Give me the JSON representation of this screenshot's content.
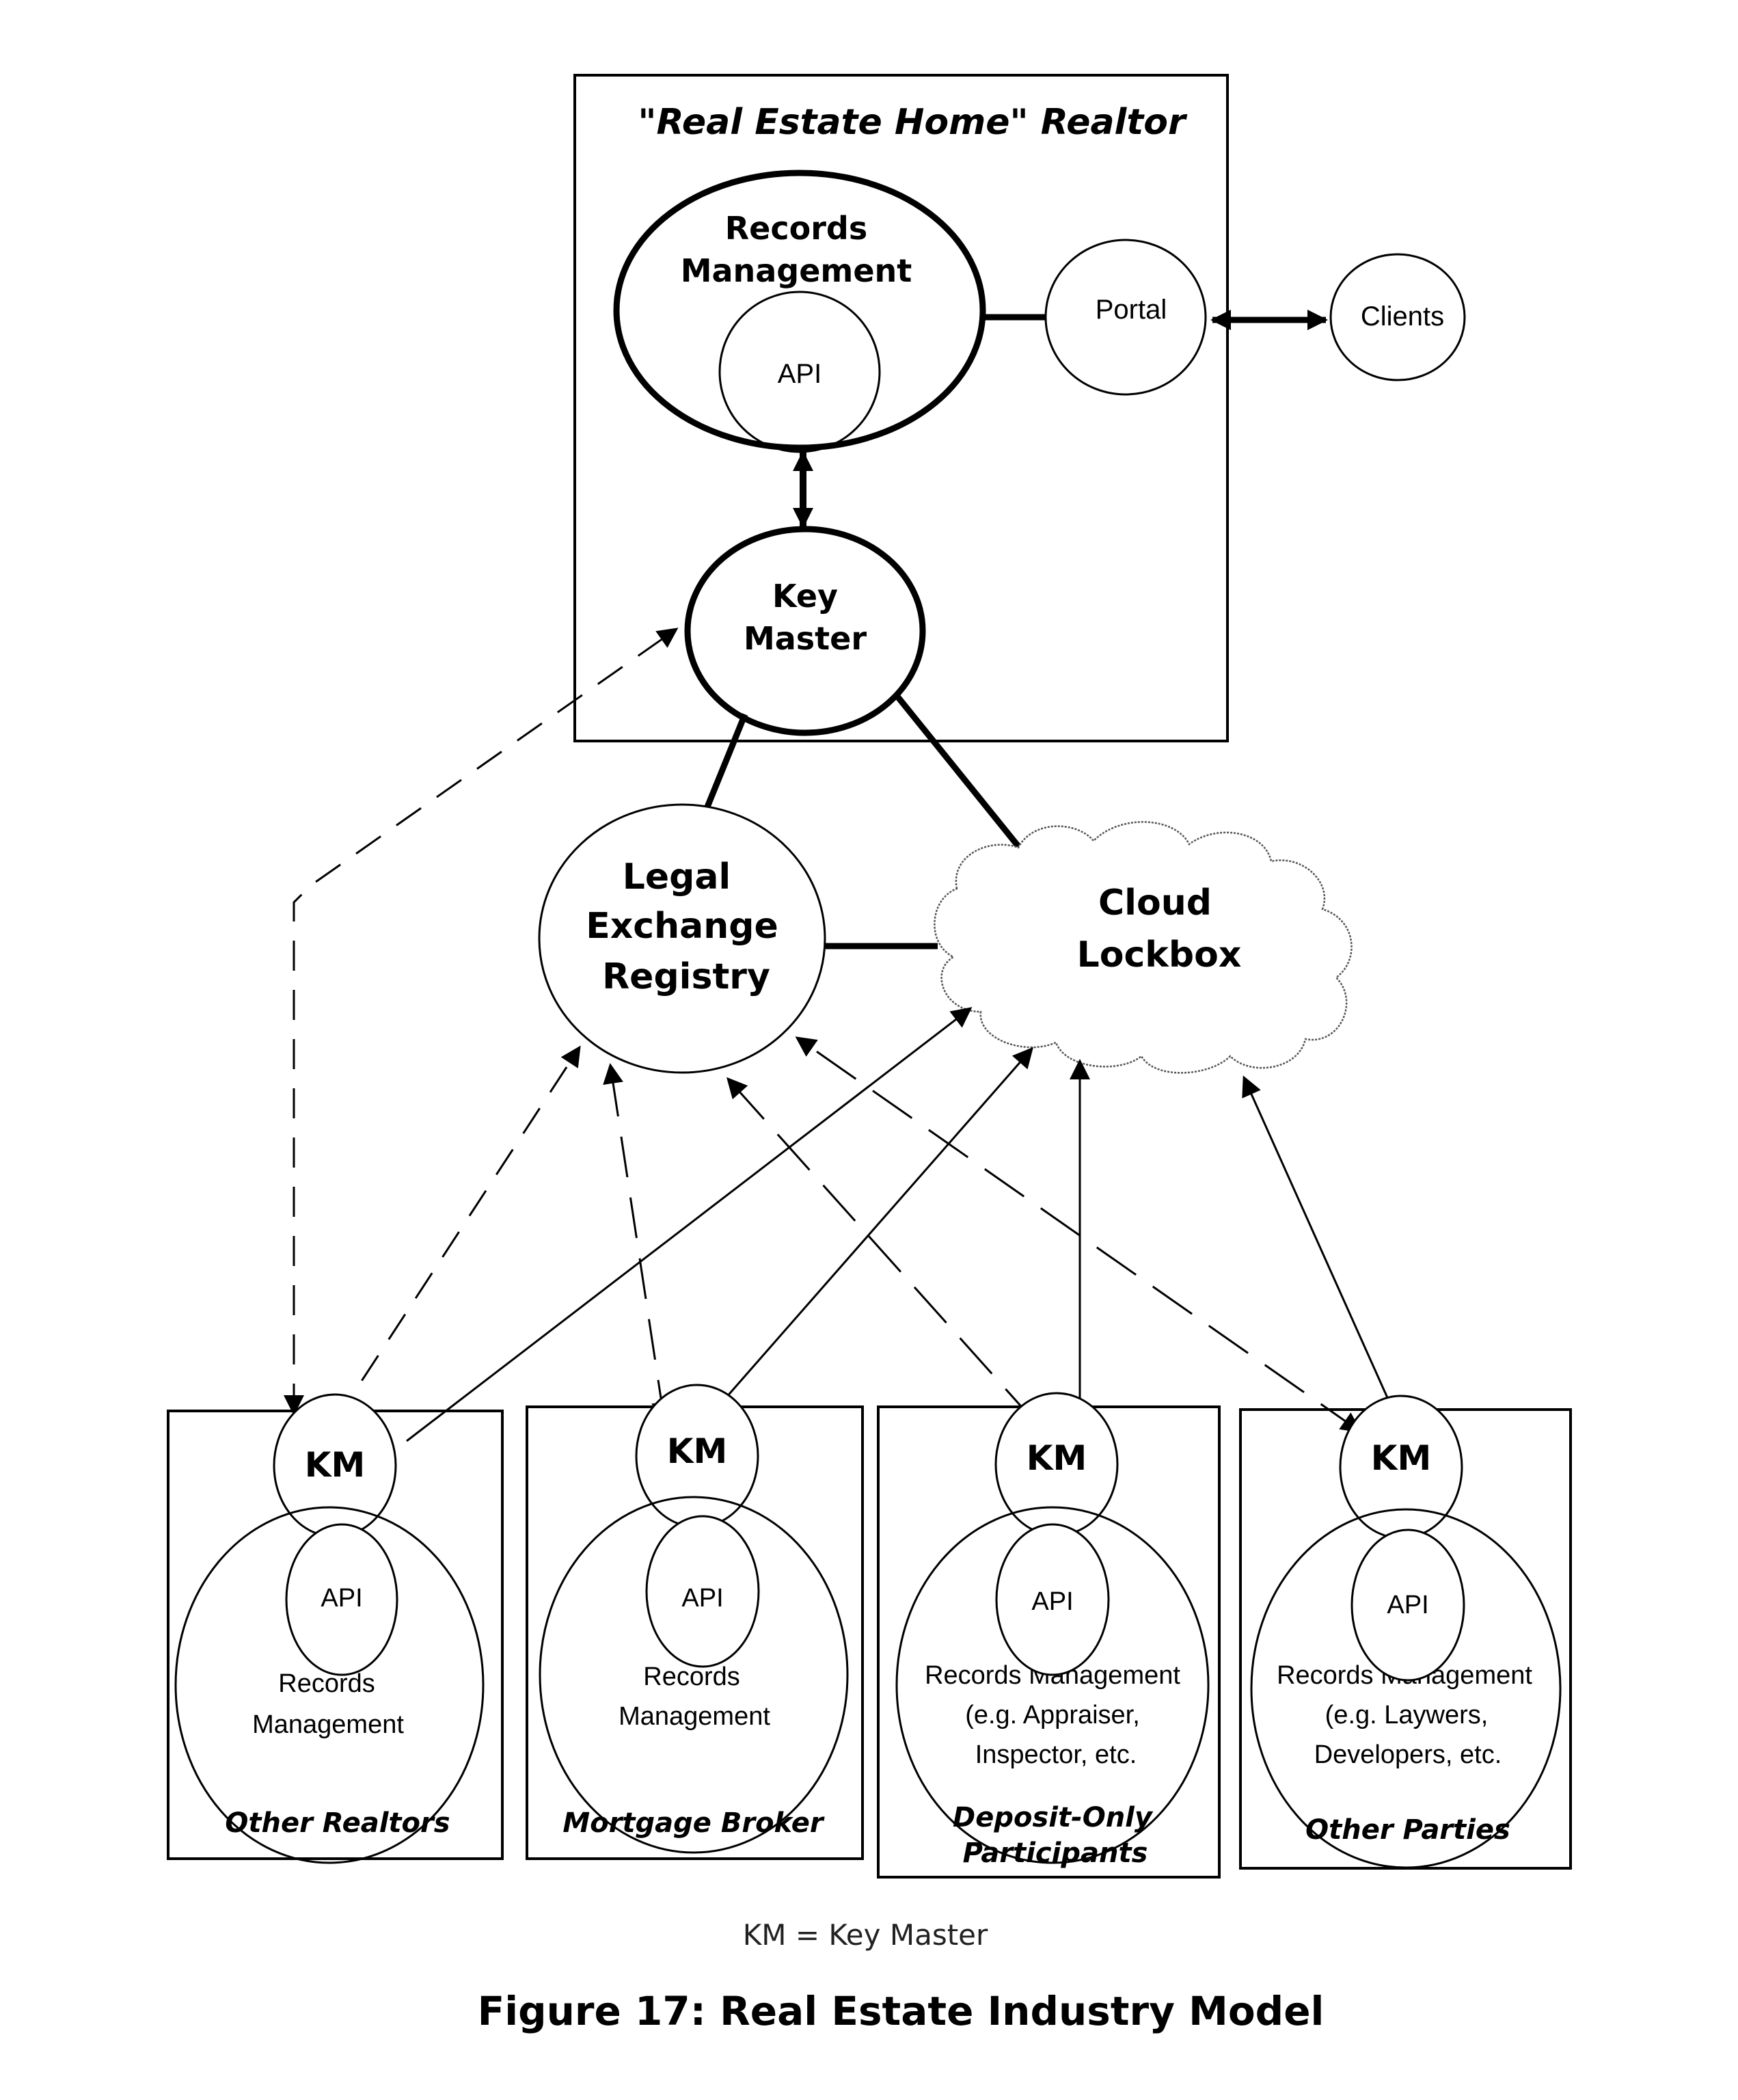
{
  "home_realtor": {
    "title": "\"Real Estate Home\" Realtor",
    "records_management": [
      "Records",
      "Management"
    ],
    "api": "API",
    "portal": "Portal",
    "key_master": [
      "Key",
      "Master"
    ]
  },
  "clients": "Clients",
  "legal_exchange_registry": [
    "Legal",
    "Exchange",
    "Registry"
  ],
  "cloud_lockbox": [
    "Cloud",
    "Lockbox"
  ],
  "participants": [
    {
      "name": "Other Realtors",
      "name_lines": [
        "Other Realtors"
      ],
      "km": "KM",
      "api": "API",
      "records_lines": [
        "Records",
        "Management"
      ]
    },
    {
      "name": "Mortgage Broker",
      "name_lines": [
        "Mortgage Broker"
      ],
      "km": "KM",
      "api": "API",
      "records_lines": [
        "Records",
        "Management"
      ]
    },
    {
      "name": "Deposit-Only Participants",
      "name_lines": [
        "Deposit-Only",
        "Participants"
      ],
      "km": "KM",
      "api": "API",
      "records_lines": [
        "Records Management",
        "(e.g. Appraiser,",
        "Inspector, etc."
      ]
    },
    {
      "name": "Other Parties",
      "name_lines": [
        "Other Parties"
      ],
      "km": "KM",
      "api": "API",
      "records_lines": [
        "Records Management",
        "(e.g. Laywers,",
        "Developers, etc."
      ]
    }
  ],
  "connections": [
    {
      "from": "Records Management API",
      "to": "Key Master",
      "style": "solid-thick",
      "arrows": "both"
    },
    {
      "from": "Records Management",
      "to": "Portal",
      "style": "solid-thick",
      "arrows": "none"
    },
    {
      "from": "Portal",
      "to": "Clients",
      "style": "solid-thick",
      "arrows": "both"
    },
    {
      "from": "Key Master",
      "to": "Legal Exchange Registry",
      "style": "solid-thick",
      "arrows": "none"
    },
    {
      "from": "Key Master",
      "to": "Cloud Lockbox",
      "style": "solid-thick",
      "arrows": "none"
    },
    {
      "from": "Legal Exchange Registry",
      "to": "Cloud Lockbox",
      "style": "solid-thick",
      "arrows": "none"
    },
    {
      "from": "Other Realtors KM",
      "to": "Key Master",
      "style": "dashed",
      "arrows": "both"
    },
    {
      "from": "Other Realtors KM",
      "to": "Legal Exchange Registry",
      "style": "dashed",
      "arrows": "both"
    },
    {
      "from": "Other Realtors KM",
      "to": "Cloud Lockbox",
      "style": "solid",
      "arrows": "end"
    },
    {
      "from": "Mortgage Broker KM",
      "to": "Legal Exchange Registry",
      "style": "dashed",
      "arrows": "both"
    },
    {
      "from": "Mortgage Broker KM",
      "to": "Cloud Lockbox",
      "style": "solid",
      "arrows": "end"
    },
    {
      "from": "Deposit-Only Participants KM",
      "to": "Legal Exchange Registry",
      "style": "dashed",
      "arrows": "both"
    },
    {
      "from": "Deposit-Only Participants KM",
      "to": "Cloud Lockbox",
      "style": "solid",
      "arrows": "end"
    },
    {
      "from": "Other Parties KM",
      "to": "Legal Exchange Registry",
      "style": "dashed",
      "arrows": "both"
    },
    {
      "from": "Other Parties KM",
      "to": "Cloud Lockbox",
      "style": "solid",
      "arrows": "end"
    }
  ],
  "legend": "KM = Key Master",
  "caption": "Figure 17:  Real Estate Industry Model"
}
